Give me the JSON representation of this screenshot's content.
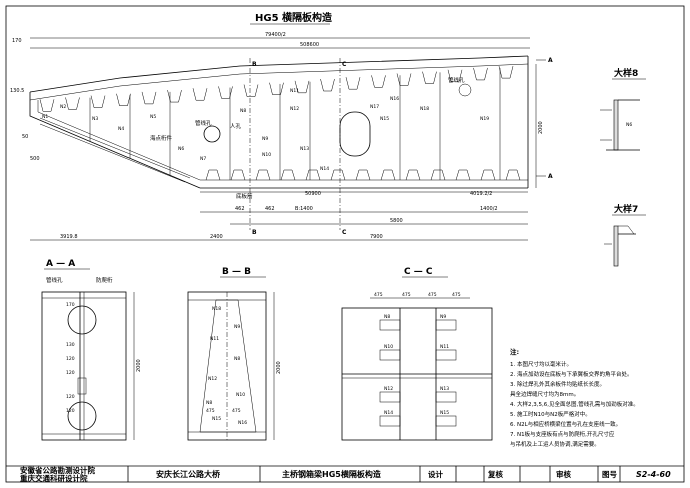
{
  "main_view": {
    "title": "HG5 横隔板构造",
    "dims_top": [
      "79400/2",
      "508600"
    ],
    "dims_bottom": [
      "50900",
      "4019.2/2"
    ],
    "dims_lower": [
      "462",
      "462",
      "B:1400",
      "5800",
      "1400/2"
    ],
    "dims_bottom2": [
      "3919.8",
      "2400",
      "7900"
    ],
    "left_marks": [
      "130.5",
      "170",
      "50",
      "500"
    ],
    "right_mark": "2000",
    "labels": [
      "管线孔",
      "海点桁件",
      "人孔",
      "管线孔",
      "底板筋",
      "A",
      "A",
      "B",
      "B",
      "C",
      "C"
    ],
    "parts": [
      "N1",
      "N2",
      "N3",
      "N4",
      "N5",
      "N6",
      "N7",
      "N8",
      "N9",
      "N10",
      "N11",
      "N12",
      "N13",
      "N14",
      "N15",
      "N16",
      "N17",
      "N18",
      "N19"
    ]
  },
  "detail8": {
    "title": "大样8"
  },
  "detail7": {
    "title": "大样7"
  },
  "section_aa": {
    "title": "A — A",
    "labels": [
      "管线孔",
      "防爬桁"
    ],
    "dims": [
      "170",
      "130",
      "120",
      "120",
      "120",
      "120",
      "2000"
    ]
  },
  "section_bb": {
    "title": "B — B",
    "parts": [
      "N18",
      "N9",
      "N11",
      "N8",
      "N12",
      "N10",
      "N8",
      "N15",
      "N16"
    ],
    "dims": [
      "475",
      "475",
      "2000"
    ]
  },
  "section_cc": {
    "title": "C — C",
    "dims": [
      "475",
      "475",
      "475",
      "475"
    ],
    "parts": [
      "N8",
      "N9",
      "N10",
      "N11",
      "N12",
      "N13",
      "N14",
      "N15"
    ]
  },
  "notes": {
    "title": "注:",
    "items": [
      "1. 本图尺寸均以毫米计。",
      "2. 海点加劲设在底板与下承翼板交界的角平台处。",
      "3. 除过焊孔外其余板件均贴纸长长度。",
      "   具全边焊缝尺寸均为8mm。",
      "4. 大样2,3,5,6,见全面总图,管线孔需与加劲板对准。",
      "5. 施工时N10与N2板严格对中。",
      "6. N2L与相应桥横梁位置与孔在支座线一致。",
      "7. N1板与支座板有点与防爬桁,开孔尺寸应",
      "   与吊机及上工运人员协调,满足需要。"
    ]
  },
  "title_block": {
    "company1": "安徽省公路勘测设计院",
    "company2": "重庆交通科研设计院",
    "project": "安庆长江公路大桥",
    "drawing_title": "主桥钢箱梁HG5横隔板构造",
    "design": "设计",
    "check": "复核",
    "review": "审核",
    "drawing_no_label": "图号",
    "drawing_no": "S2-4-60"
  }
}
